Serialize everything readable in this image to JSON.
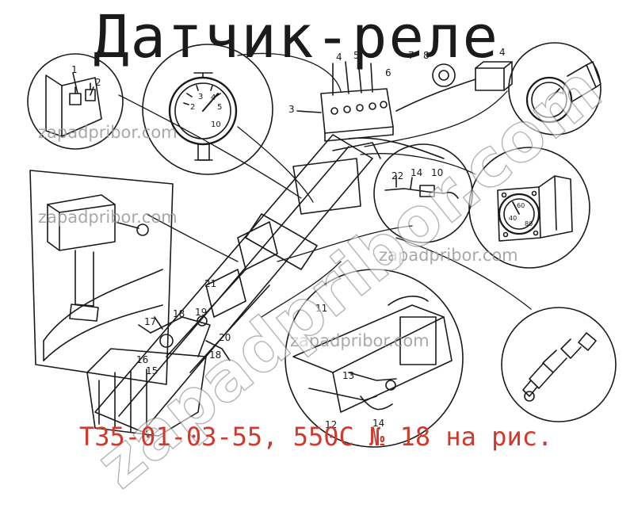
{
  "title": "Датчик-реле",
  "subtitle": "ТЗ5-01-03-55, 550С № 18 на рис.",
  "watermark": {
    "small": "zapadpribor.com",
    "large": "zapadpribor.com"
  },
  "callouts": [
    "1",
    "2",
    "3",
    "4",
    "5",
    "6",
    "7",
    "8",
    "4",
    "22",
    "14",
    "10",
    "11",
    "13",
    "12",
    "14",
    "21",
    "19",
    "17",
    "18",
    "16",
    "20",
    "18",
    "15"
  ],
  "gauge_scale_a": [
    "2",
    "3",
    "4",
    "5",
    "10"
  ],
  "gauge_scale_b": [
    "40",
    "60",
    "80"
  ],
  "colors": {
    "line": "#1a1a1a",
    "accent": "#d0392b",
    "watermark": "#9a9a9a"
  }
}
